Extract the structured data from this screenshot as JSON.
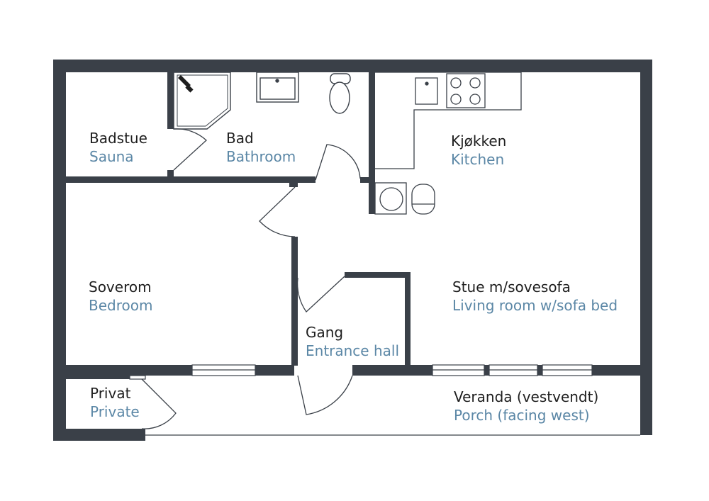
{
  "colors": {
    "wall": "#3a4048",
    "text": "#1e1e1e",
    "accent": "#5b87a6",
    "fixture": "#3a4048"
  },
  "rooms": {
    "sauna": {
      "name_no": "Badstue",
      "name_en": "Sauna"
    },
    "bathroom": {
      "name_no": "Bad",
      "name_en": "Bathroom"
    },
    "kitchen": {
      "name_no": "Kjøkken",
      "name_en": "Kitchen"
    },
    "bedroom": {
      "name_no": "Soverom",
      "name_en": "Bedroom"
    },
    "living": {
      "name_no": "Stue m/sovesofa",
      "name_en": "Living room w/sofa bed"
    },
    "hall": {
      "name_no": "Gang",
      "name_en": "Entrance hall"
    },
    "private": {
      "name_no": "Privat",
      "name_en": "Private"
    },
    "porch": {
      "name_no": "Veranda (vestvendt)",
      "name_en": "Porch (facing west)"
    }
  },
  "icons": [
    "sauna-heater-icon",
    "sink-icon",
    "toilet-icon",
    "kitchen-sink-icon",
    "stove-icon",
    "washing-machine-icon",
    "dryer-icon"
  ]
}
